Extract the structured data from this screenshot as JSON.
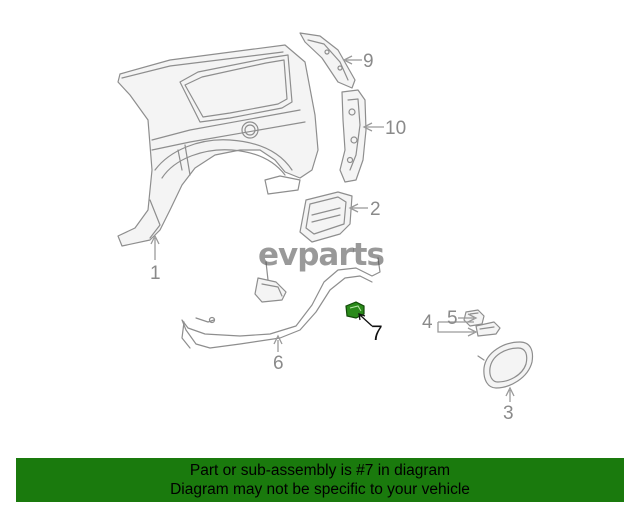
{
  "diagram": {
    "callouts": {
      "c1": "1",
      "c2": "2",
      "c3": "3",
      "c4": "4",
      "c5": "5",
      "c6": "6",
      "c7": "7",
      "c9": "9",
      "c10": "10"
    },
    "highlight_color": "#2a8a1a"
  },
  "watermark": {
    "text": "evparts"
  },
  "banner": {
    "line1": "Part or sub-assembly is #7 in diagram",
    "line2": "Diagram may not be specific to your vehicle",
    "background": "#1a7a0d"
  }
}
